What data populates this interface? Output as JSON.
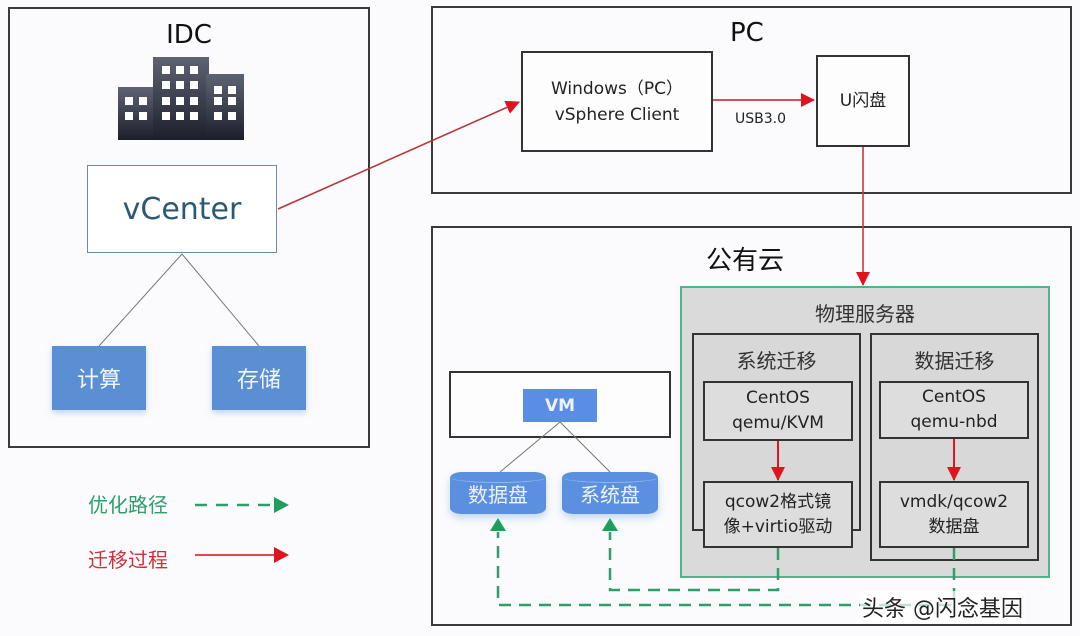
{
  "idc": {
    "title": "IDC",
    "icon": "building-icon",
    "vcenter_label": "vCenter",
    "children": [
      "计算",
      "存储"
    ]
  },
  "pc": {
    "title": "PC",
    "client_line1": "Windows（PC）",
    "client_line2": "vSphere Client",
    "usb_label": "USB3.0",
    "udisk_label": "U闪盘"
  },
  "cloud": {
    "title": "公有云",
    "vm_label": "VM",
    "disks": [
      "数据盘",
      "系统盘"
    ],
    "server": {
      "title": "物理服务器",
      "panels": [
        {
          "title": "系统迁移",
          "top_line1": "CentOS",
          "top_line2": "qemu/KVM",
          "bottom_line1": "qcow2格式镜",
          "bottom_line2": "像+virtio驱动"
        },
        {
          "title": "数据迁移",
          "top_line1": "CentOS",
          "top_line2": "qemu-nbd",
          "bottom_line1": "vmdk/qcow2",
          "bottom_line2": "数据盘"
        }
      ]
    }
  },
  "legend": {
    "optimized_label": "优化路径",
    "optimized_color": "#1e9e5a",
    "migration_label": "迁移过程",
    "migration_color": "#d9232a"
  },
  "watermark": "头条 @闪念基因"
}
